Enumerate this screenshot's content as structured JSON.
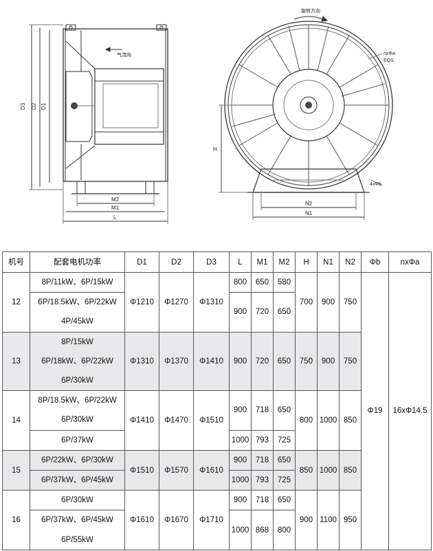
{
  "drawing": {
    "side_labels": {
      "d3": "D3",
      "d2": "D2",
      "d1": "D1",
      "airflow": "气流向",
      "m2": "M2",
      "m1": "M1",
      "l": "L"
    },
    "front_labels": {
      "rotation": "旋转方向",
      "holes_top": "nxΦa",
      "holes_eq": "EQS",
      "h": "H",
      "foot_holes": "4xΦb",
      "n2": "N2",
      "n1": "N1"
    }
  },
  "table": {
    "headers": [
      "机号",
      "配套电机功率",
      "D1",
      "D2",
      "D3",
      "L",
      "M1",
      "M2",
      "H",
      "N1",
      "N2",
      "Φb",
      "nxΦa"
    ],
    "shared": {
      "phi_b": "Φ19",
      "nxphi_a": "16xΦ14.5"
    },
    "groups": [
      {
        "no": "12",
        "d1": "Φ1210",
        "d2": "Φ1270",
        "d3": "Φ1310",
        "h": "700",
        "n1": "900",
        "n2": "750",
        "rows": [
          {
            "motors": [
              "8P/11kW、6P/15kW"
            ],
            "l": "800",
            "m1": "650",
            "m2": "580"
          },
          {
            "motors": [
              "6P/18.5kW、6P/22kW",
              "4P/45kW"
            ],
            "l": "900",
            "m1": "720",
            "m2": "650"
          }
        ]
      },
      {
        "no": "13",
        "d1": "Φ1310",
        "d2": "Φ1370",
        "d3": "Φ1410",
        "h": "750",
        "n1": "900",
        "n2": "750",
        "rows": [
          {
            "motors": [
              "8P/15kW",
              "6P/18kW、6P/22kW",
              "6P/30kW"
            ],
            "l": "900",
            "m1": "720",
            "m2": "650"
          }
        ]
      },
      {
        "no": "14",
        "d1": "Φ1410",
        "d2": "Φ1470",
        "d3": "Φ1510",
        "h": "800",
        "n1": "1000",
        "n2": "850",
        "rows": [
          {
            "motors": [
              "8P/18.5kW、6P/22kW",
              "6P/30kW"
            ],
            "l": "900",
            "m1": "718",
            "m2": "650"
          },
          {
            "motors": [
              "6P/37kW"
            ],
            "l": "1000",
            "m1": "793",
            "m2": "725"
          }
        ]
      },
      {
        "no": "15",
        "d1": "Φ1510",
        "d2": "Φ1570",
        "d3": "Φ1610",
        "h": "850",
        "n1": "1000",
        "n2": "850",
        "rows": [
          {
            "motors": [
              "6P/22kW、6P/30kW"
            ],
            "l": "900",
            "m1": "718",
            "m2": "650"
          },
          {
            "motors": [
              "6P/37kW、6P/45kW"
            ],
            "l": "1000",
            "m1": "793",
            "m2": "725"
          }
        ]
      },
      {
        "no": "16",
        "d1": "Φ1610",
        "d2": "Φ1670",
        "d3": "Φ1710",
        "h": "900",
        "n1": "1100",
        "n2": "950",
        "rows": [
          {
            "motors": [
              "6P/30kW"
            ],
            "l": "900",
            "m1": "718",
            "m2": "650"
          },
          {
            "motors": [
              "6P/37kW、6P/45kW",
              "6P/55kW"
            ],
            "l": "1000",
            "m1": "868",
            "m2": "800"
          }
        ]
      }
    ]
  }
}
